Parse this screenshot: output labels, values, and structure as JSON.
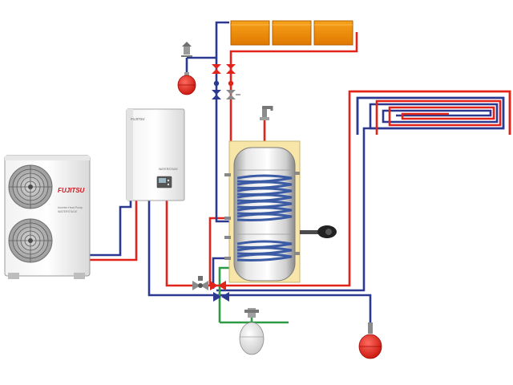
{
  "outdoor_unit": {
    "brand": "FUJITSU",
    "model_line1": "Inverter Heat Pump",
    "model_line2": "WATERSTAGE"
  },
  "indoor_unit": {
    "brand": "FUJITSU",
    "badge": "WATERSTAGE"
  },
  "colors": {
    "supply": "#e2231a",
    "return": "#2b3990",
    "cold_water": "#2e9a44",
    "collector": "#f08a00"
  },
  "solar_collectors": {
    "count": 3
  },
  "components": [
    "outdoor-heat-pump-unit",
    "indoor-hydrobox-unit",
    "solar-collector-panels",
    "hot-water-storage-tank",
    "underfloor-heating-loop",
    "expansion-vessels",
    "three-way-valve",
    "electric-heater-element",
    "hot-water-tap"
  ]
}
